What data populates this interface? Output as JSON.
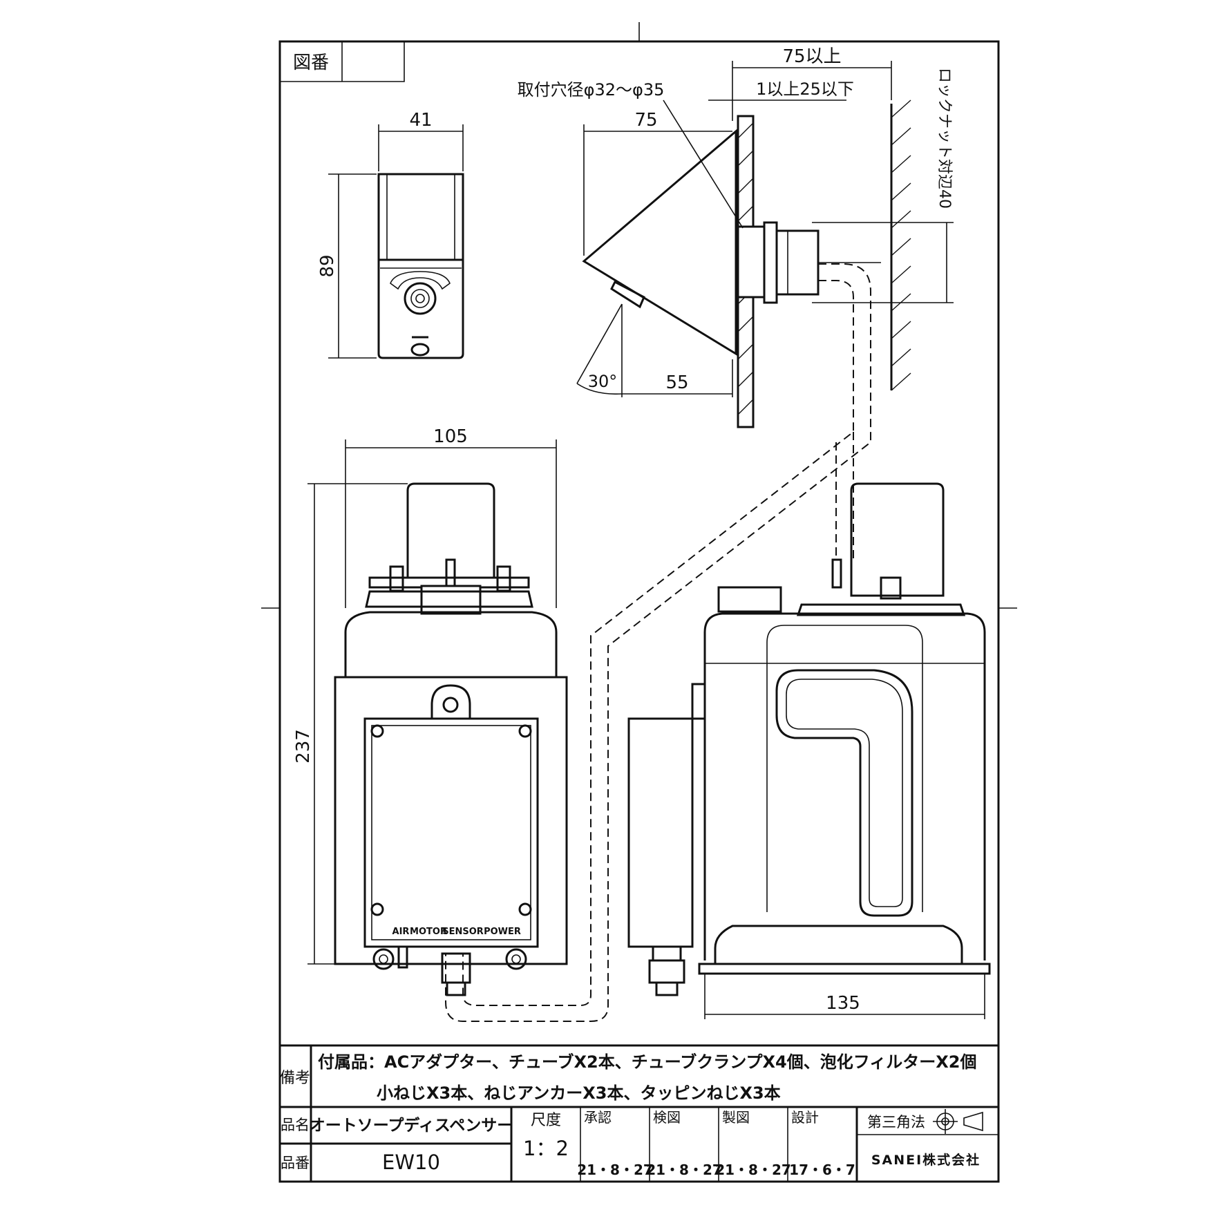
{
  "title_block": {
    "drawing_no_label": "図番",
    "drawing_no_value": "",
    "remarks_label": "備考",
    "accessories_line1": "付属品：ACアダプター、チューブX2本、チューブクランプX4個、泡化フィルターX2個",
    "accessories_line2": "小ねじX3本、ねじアンカーX3本、タッピンねじX3本",
    "product_name_label": "品名",
    "product_name": "オートソープディスペンサー",
    "product_no_label": "品番",
    "product_no": "EW10",
    "scale_label": "尺度",
    "scale_value": "1：2",
    "approval_label": "承認",
    "approval_date": "21・8・27",
    "check_label": "検図",
    "check_date": "21・8・27",
    "drawing_label": "製図",
    "drawing_date": "21・8・27",
    "design_label": "設計",
    "design_date": "17・6・7",
    "projection": "第三角法",
    "company": "SANEI株式会社"
  },
  "dimensions": {
    "front_spout_width": "41",
    "front_spout_height": "89",
    "side_wall_total": "75以上",
    "hole_diameter": "取付穴径φ32～φ35",
    "side_length": "75",
    "wall_thickness": "1以上25以下",
    "locknut": "ロックナット対辺40",
    "angle": "30°",
    "side_depth": "55",
    "unit_width": "105",
    "unit_height": "237",
    "side_unit_width": "135"
  },
  "connector_labels": [
    "AIR",
    "MOTOR",
    "SENSOR",
    "POWER"
  ]
}
